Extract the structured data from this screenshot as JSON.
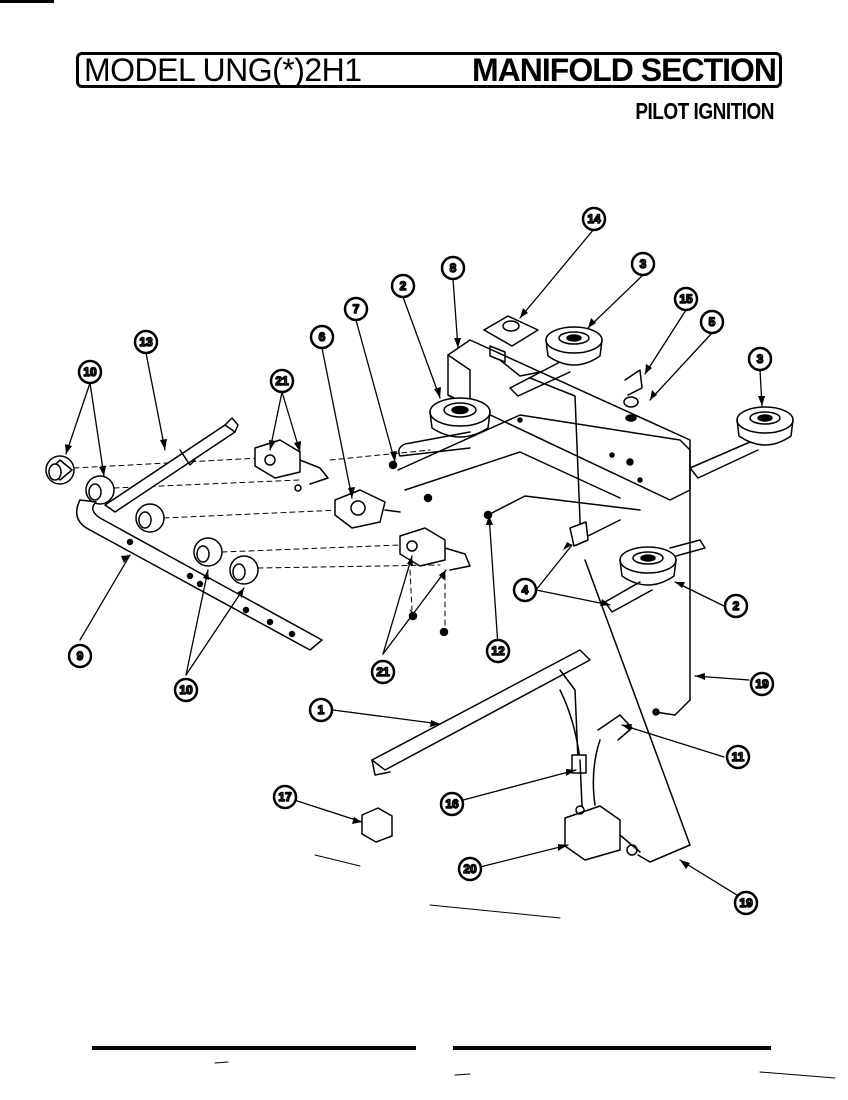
{
  "header": {
    "model_title": "MODEL UNG(*)2H1",
    "section_title": "MANIFOLD SECTION",
    "subtitle": "PILOT IGNITION"
  },
  "callouts": [
    {
      "id": "c-14",
      "label": "14"
    },
    {
      "id": "c-8",
      "label": "8"
    },
    {
      "id": "c-3a",
      "label": "3"
    },
    {
      "id": "c-2a",
      "label": "2"
    },
    {
      "id": "c-7",
      "label": "7"
    },
    {
      "id": "c-6",
      "label": "6"
    },
    {
      "id": "c-15",
      "label": "15"
    },
    {
      "id": "c-5",
      "label": "5"
    },
    {
      "id": "c-3b",
      "label": "3"
    },
    {
      "id": "c-13",
      "label": "13"
    },
    {
      "id": "c-21a",
      "label": "21"
    },
    {
      "id": "c-10a",
      "label": "10"
    },
    {
      "id": "c-4",
      "label": "4"
    },
    {
      "id": "c-2b",
      "label": "2"
    },
    {
      "id": "c-9",
      "label": "9"
    },
    {
      "id": "c-21b",
      "label": "21"
    },
    {
      "id": "c-12",
      "label": "12"
    },
    {
      "id": "c-10b",
      "label": "10"
    },
    {
      "id": "c-19a",
      "label": "19"
    },
    {
      "id": "c-1",
      "label": "1"
    },
    {
      "id": "c-11",
      "label": "11"
    },
    {
      "id": "c-17",
      "label": "17"
    },
    {
      "id": "c-16",
      "label": "16"
    },
    {
      "id": "c-20",
      "label": "20"
    },
    {
      "id": "c-19b",
      "label": "19"
    }
  ]
}
